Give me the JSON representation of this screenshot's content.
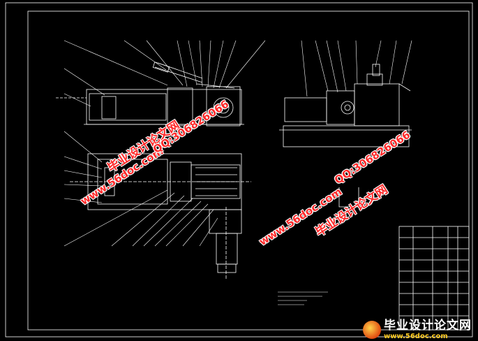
{
  "watermark": {
    "site": "www.56doc.com",
    "name": "毕业设计论文网",
    "qq": "QQ:306826066"
  },
  "logo": {
    "name": "毕业设计论文网",
    "url": "www.56doc.com"
  },
  "colors": {
    "background": "#000000",
    "lines": "#ffffff",
    "watermark": "#ff2a2a",
    "logo_url": "#ffcc22"
  }
}
